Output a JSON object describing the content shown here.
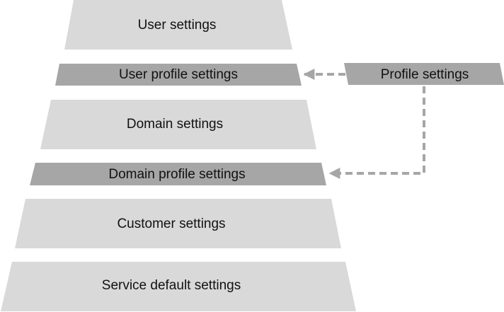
{
  "diagram": {
    "layers": {
      "user": "User settings",
      "user_profile": "User profile settings",
      "domain": "Domain settings",
      "domain_profile": "Domain profile settings",
      "customer": "Customer settings",
      "service_default": "Service default settings"
    },
    "profile_settings": "Profile settings"
  },
  "colors": {
    "layer_fill": "#d9d9d9",
    "profile_layer_fill": "#a6a6a6",
    "arrow": "#a6a6a6",
    "text": "#111111"
  }
}
